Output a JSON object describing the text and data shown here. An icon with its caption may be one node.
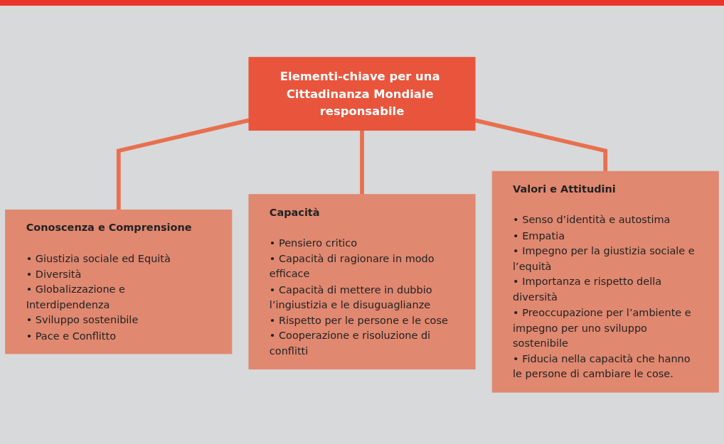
{
  "diagram": {
    "nodes": [
      {
        "text": [
          "Elementi-chiave per una Cittadinanza Mondiale responsabile"
        ]
      },
      {
        "text": [
          "Conoscenza e Comprensione",
          "• Giustizia sociale ed Equità",
          "• Diversità",
          "• Globalizzazione e Interdipendenza",
          "• Sviluppo sostenibile",
          "• Pace e Conflitto"
        ]
      },
      {
        "text": [
          "Capacità",
          "• Pensiero critico",
          "• Capacità di ragionare in modo efficace",
          "• Capacità di mettere in dubbio l’ingiustizia e le disuguaglianze",
          "• Rispetto per le persone e le cose",
          "• Cooperazione e risoluzione di conflitti"
        ]
      },
      {
        "text": [
          "Valori e Attitudini",
          "• Senso d’identità e autostima",
          "• Empatia",
          "• Impegno per la giustizia sociale e l’equità",
          "• Importanza e rispetto della diversità",
          "• Preoccupazione per l’ambiente e impegno per uno sviluppo sostenibile",
          "• Fiducia nella capacità che hanno le persone di cambiare le cose."
        ]
      }
    ],
    "edges": [
      {
        "from": 0,
        "to": 1,
        "arrow": "none"
      },
      {
        "from": 0,
        "to": 2,
        "arrow": "none"
      },
      {
        "from": 0,
        "to": 3,
        "arrow": "none"
      }
    ]
  }
}
